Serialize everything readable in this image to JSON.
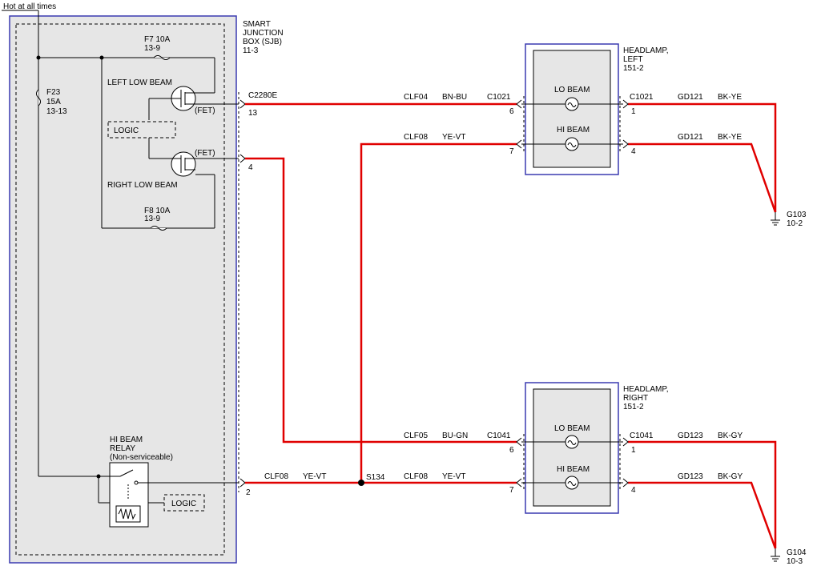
{
  "labels": {
    "hot": "Hot at all times",
    "sjb": [
      "SMART",
      "JUNCTION",
      "BOX (SJB)",
      "11-3"
    ],
    "f7": [
      "F7  10A",
      "13-9"
    ],
    "f8": [
      "F8 10A",
      "13-9"
    ],
    "f23": [
      "F23",
      "15A",
      "13-13"
    ],
    "left_low_beam": "LEFT LOW BEAM",
    "right_low_beam": "RIGHT LOW BEAM",
    "fet": "(FET)",
    "logic": "LOGIC",
    "relay": [
      "HI BEAM",
      "RELAY",
      "(Non-serviceable)"
    ],
    "c2280e": "C2280E",
    "pin13": "13",
    "pin4": "4",
    "pin2": "2",
    "s134": "S134",
    "clf04": "CLF04",
    "bn_bu": "BN-BU",
    "clf08": "CLF08",
    "ye_vt": "YE-VT",
    "clf05": "CLF05",
    "bu_gn": "BU-GN",
    "c1021": "C1021",
    "c1041": "C1041",
    "pin6": "6",
    "pin7": "7",
    "pin1": "1",
    "lo_beam": "LO BEAM",
    "hi_beam": "HI BEAM",
    "headlamp_left": [
      "HEADLAMP,",
      "LEFT",
      "151-2"
    ],
    "headlamp_right": [
      "HEADLAMP,",
      "RIGHT",
      "151-2"
    ],
    "gd121": "GD121",
    "bk_ye": "BK-YE",
    "gd123": "GD123",
    "bk_gy": "BK-GY",
    "g103": [
      "G103",
      "10-2"
    ],
    "g104": [
      "G104",
      "10-3"
    ]
  },
  "colors": {
    "wire": "#e00000",
    "box_border": "#3a3ab0",
    "box_fill": "#e6e6e6"
  }
}
